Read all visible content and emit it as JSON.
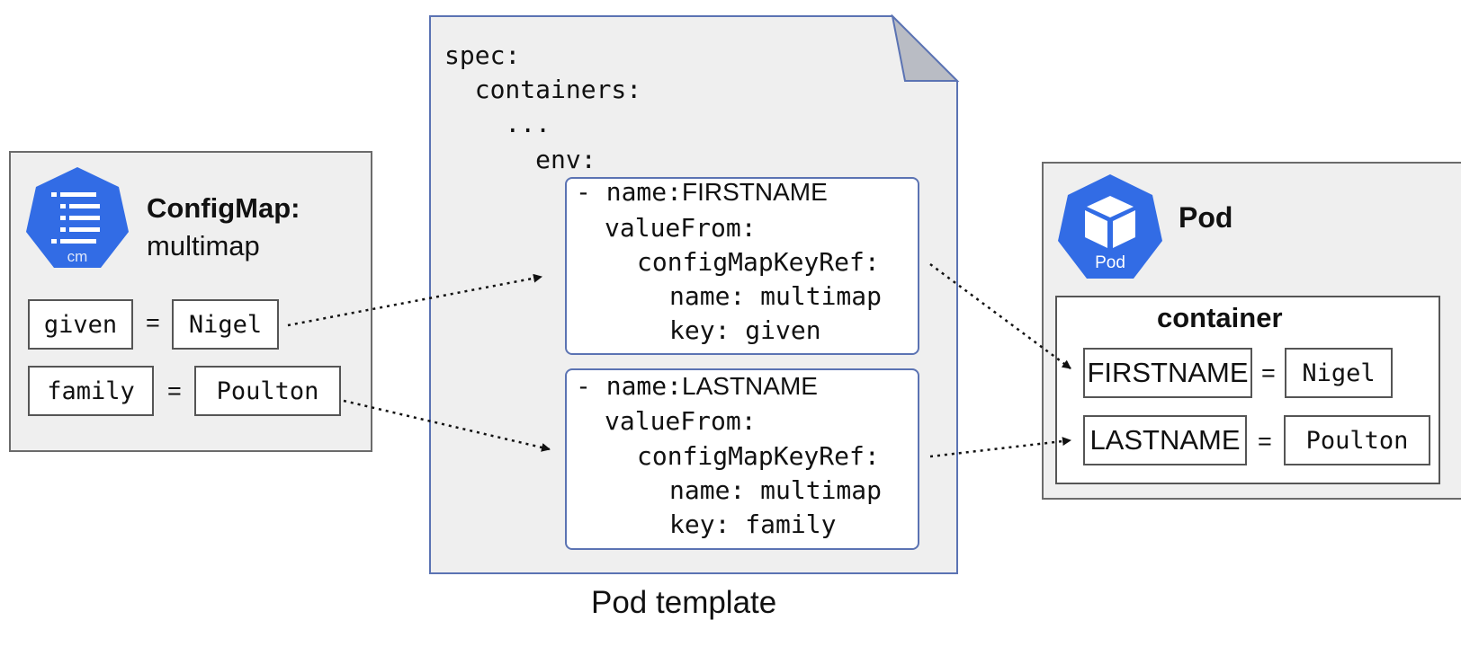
{
  "configmap": {
    "title": "ConfigMap:",
    "name": "multimap",
    "icon_label": "cm",
    "entries": [
      {
        "key": "given",
        "eq": "=",
        "value": "Nigel"
      },
      {
        "key": "family",
        "eq": "=",
        "value": "Poulton"
      }
    ]
  },
  "template": {
    "caption": "Pod template",
    "lines": [
      "spec:",
      "  containers:",
      "    ...",
      "      env:"
    ],
    "env": [
      {
        "dash": "- name:",
        "name": "FIRSTNAME",
        "valueFrom": "valueFrom:",
        "ref": "configMapKeyRef:",
        "cm_name": "name: multimap",
        "key": "key: given"
      },
      {
        "dash": "- name:",
        "name": "LASTNAME",
        "valueFrom": "valueFrom:",
        "ref": "configMapKeyRef:",
        "cm_name": "name: multimap",
        "key": "key: family"
      }
    ]
  },
  "pod": {
    "title": "Pod",
    "icon_label": "Pod",
    "container_title": "container",
    "vars": [
      {
        "name": "FIRSTNAME",
        "eq": "=",
        "value": "Nigel"
      },
      {
        "name": "LASTNAME",
        "eq": "=",
        "value": "Poulton"
      }
    ]
  },
  "colors": {
    "k8s_blue": "#326ce5",
    "panel_bg": "#efefef",
    "doc_border": "#5b73b3"
  }
}
